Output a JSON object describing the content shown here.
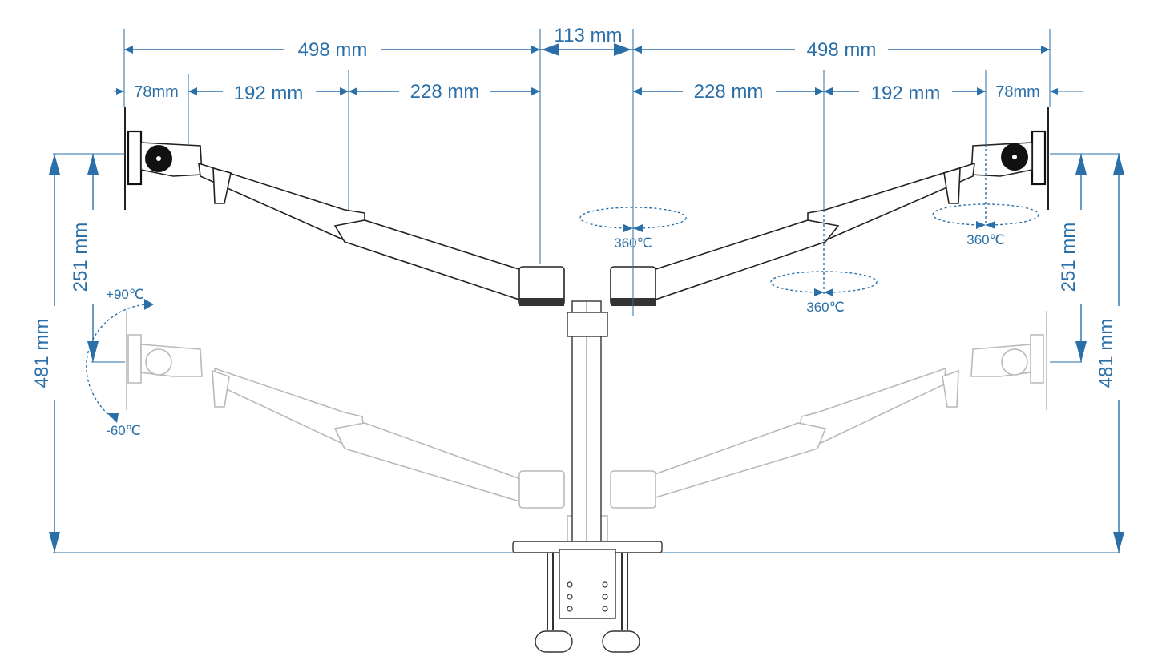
{
  "dimensions": {
    "top_left_width": "498 mm",
    "top_center_gap": "113 mm",
    "top_right_width": "498 mm",
    "left_segment_a": "78mm",
    "left_segment_b": "192 mm",
    "left_segment_c": "228 mm",
    "right_segment_c": "228 mm",
    "right_segment_b": "192 mm",
    "right_segment_a": "78mm",
    "left_height_total": "481 mm",
    "left_height_adjust": "251 mm",
    "right_height_adjust": "251 mm",
    "right_height_total": "481 mm"
  },
  "rotations": {
    "center_pivot": "360℃",
    "right_elbow": "360℃",
    "right_head": "360℃",
    "tilt_up": "+90℃",
    "tilt_down": "-60℃"
  },
  "colors": {
    "dimension_blue": "#2a6fa8",
    "arm_outline": "#222222",
    "ghost_outline": "#b9b9b9"
  }
}
